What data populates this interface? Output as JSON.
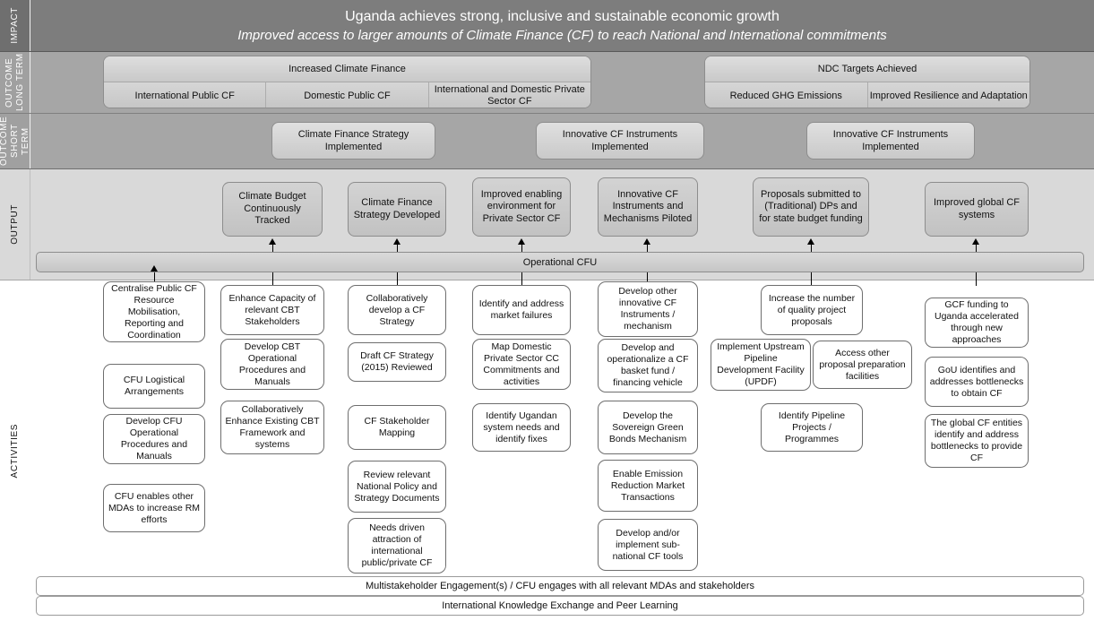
{
  "bands": {
    "impact": "IMPACT",
    "outcome_long_term": "OUTCOME LONG TERM",
    "outcome_short_term": "OUTCOME SHORT TERM",
    "output": "OUTPUT",
    "activities": "ACTIVITIES"
  },
  "impact": {
    "line1": "Uganda achieves strong, inclusive and sustainable economic growth",
    "line2": "Improved access to larger amounts of Climate Finance (CF) to reach National and International commitments"
  },
  "outcome_long_term": [
    {
      "title": "Increased Climate Finance",
      "subs": [
        "International Public CF",
        "Domestic Public CF",
        "International and Domestic Private Sector CF"
      ]
    },
    {
      "title": "NDC Targets Achieved",
      "subs": [
        "Reduced GHG Emissions",
        "Improved Resilience and Adaptation"
      ]
    }
  ],
  "outcome_short_term": [
    "Climate Finance Strategy Implemented",
    "Innovative CF Instruments Implemented",
    "Innovative CF Instruments Implemented"
  ],
  "outputs": [
    "Climate Budget Continuously Tracked",
    "Climate Finance Strategy Developed",
    "Improved enabling environment for Private Sector CF",
    "Innovative CF Instruments and Mechanisms Piloted",
    "Proposals submitted to (Traditional) DPs and for state budget funding",
    "Improved global CF systems"
  ],
  "cfu_bar": "Operational CFU",
  "activity_columns": [
    {
      "items": [
        "Centralise Public CF Resource Mobilisation, Reporting and Coordination",
        "CFU Logistical Arrangements",
        "Develop CFU Operational Procedures and Manuals",
        "CFU enables other MDAs to increase RM efforts"
      ]
    },
    {
      "items": [
        "Enhance Capacity of relevant CBT Stakeholders",
        "Develop CBT Operational Procedures and Manuals",
        "Collaboratively Enhance Existing CBT Framework and systems"
      ]
    },
    {
      "items": [
        "Collaboratively develop a CF Strategy",
        "Draft CF Strategy (2015) Reviewed",
        "CF Stakeholder Mapping",
        "Review relevant National Policy and Strategy Documents",
        "Needs driven attraction of international public/private CF"
      ]
    },
    {
      "items": [
        "Identify and address market failures",
        "Map Domestic Private Sector CC Commitments and activities",
        "Identify Ugandan system needs and identify fixes"
      ]
    },
    {
      "items": [
        "Develop other innovative CF Instruments / mechanism",
        "Develop and operationalize a CF basket fund / financing vehicle",
        "Develop the Sovereign Green Bonds Mechanism",
        "Enable Emission Reduction Market Transactions",
        "Develop and/or implement sub-national CF tools"
      ]
    },
    {
      "items": [
        "Increase the number of quality project proposals",
        "Implement Upstream Pipeline Development Facility (UPDF)",
        "Access other proposal preparation facilities",
        "Identify Pipeline Projects / Programmes"
      ]
    },
    {
      "items": [
        "GCF funding to Uganda accelerated through new approaches",
        "GoU identifies and addresses bottlenecks to obtain CF",
        "The global CF entities identify and address bottlenecks to provide CF"
      ]
    }
  ],
  "bottom_bars": [
    "Multistakeholder Engagement(s) / CFU engages with all relevant MDAs and stakeholders",
    "International Knowledge Exchange and Peer Learning"
  ],
  "colors": {
    "impact_band": "#7d7d7d",
    "outcome_band": "#a6a6a6",
    "output_band": "#d9d9d9",
    "activities_band": "#ffffff",
    "box_fill": "#c9c9c9",
    "activity_fill": "#ffffff"
  }
}
